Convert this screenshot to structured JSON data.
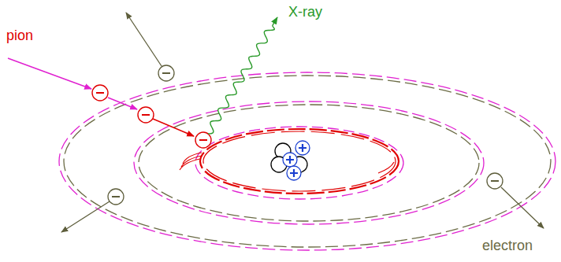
{
  "diagram": {
    "labels": [
      "pion",
      "X-ray",
      "electron"
    ]
  }
}
